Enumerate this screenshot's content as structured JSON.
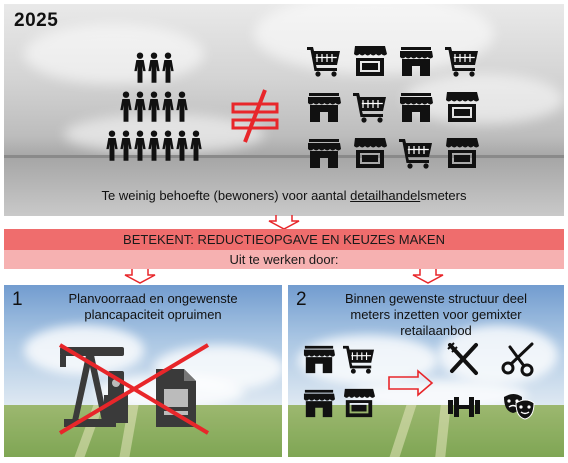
{
  "year": "2025",
  "caption_top": {
    "prefix": "Te weinig behoefte (bewoners) voor aantal ",
    "underlined": "detailhandel",
    "suffix": "smeters"
  },
  "banner_main": "BETEKENT: REDUCTIEOPGAVE EN KEUZES MAKEN",
  "banner_sub": "Uit te werken door:",
  "left_panel": {
    "number": "1",
    "title_line1": "Planvoorraad en ongewenste",
    "title_line2": "plancapaciteit opruimen"
  },
  "right_panel": {
    "number": "2",
    "title_line1": "Binnen gewenste structuur deel",
    "title_line2": "meters inzetten voor gemixter",
    "title_line3": "retailaanbod"
  },
  "colors": {
    "banner_dark": "#ef6d6d",
    "banner_light": "#f6b1b1",
    "accent_red": "#e8262a",
    "icon": "#111111"
  },
  "icons": {
    "people": "people-pyramid-icon",
    "not_equal": "not-equal-icon",
    "shop": "shop-icon",
    "cart": "shopping-cart-icon",
    "oil_rig": "pumpjack-icon",
    "document": "document-icon",
    "fork_knife": "fork-knife-icon",
    "scissors": "scissors-icon",
    "dumbbell": "dumbbell-icon",
    "theater": "theater-masks-icon"
  }
}
